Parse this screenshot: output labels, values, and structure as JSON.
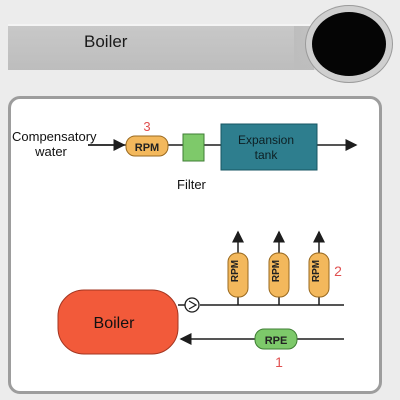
{
  "header": {
    "title": "Boiler"
  },
  "diagram": {
    "compensatory_water": [
      "Compensatory",
      "water"
    ],
    "filter": "Filter",
    "expansion_tank": [
      "Expansion",
      "tank"
    ],
    "boiler": "Boiler",
    "pump_top": {
      "label": "RPM",
      "number": "3"
    },
    "pumps_vertical": [
      "RPM",
      "RPM",
      "RPM"
    ],
    "pumps_vertical_number": "2",
    "pump_return": {
      "label": "RPE",
      "number": "1"
    },
    "colors": {
      "pump_fill": "#f3b85c",
      "pump_return_fill": "#7dc96a",
      "filter_fill": "#7ec96a",
      "tank_fill": "#2e7e8e",
      "boiler_fill": "#f25a3a",
      "number_color": "#e05050"
    }
  }
}
